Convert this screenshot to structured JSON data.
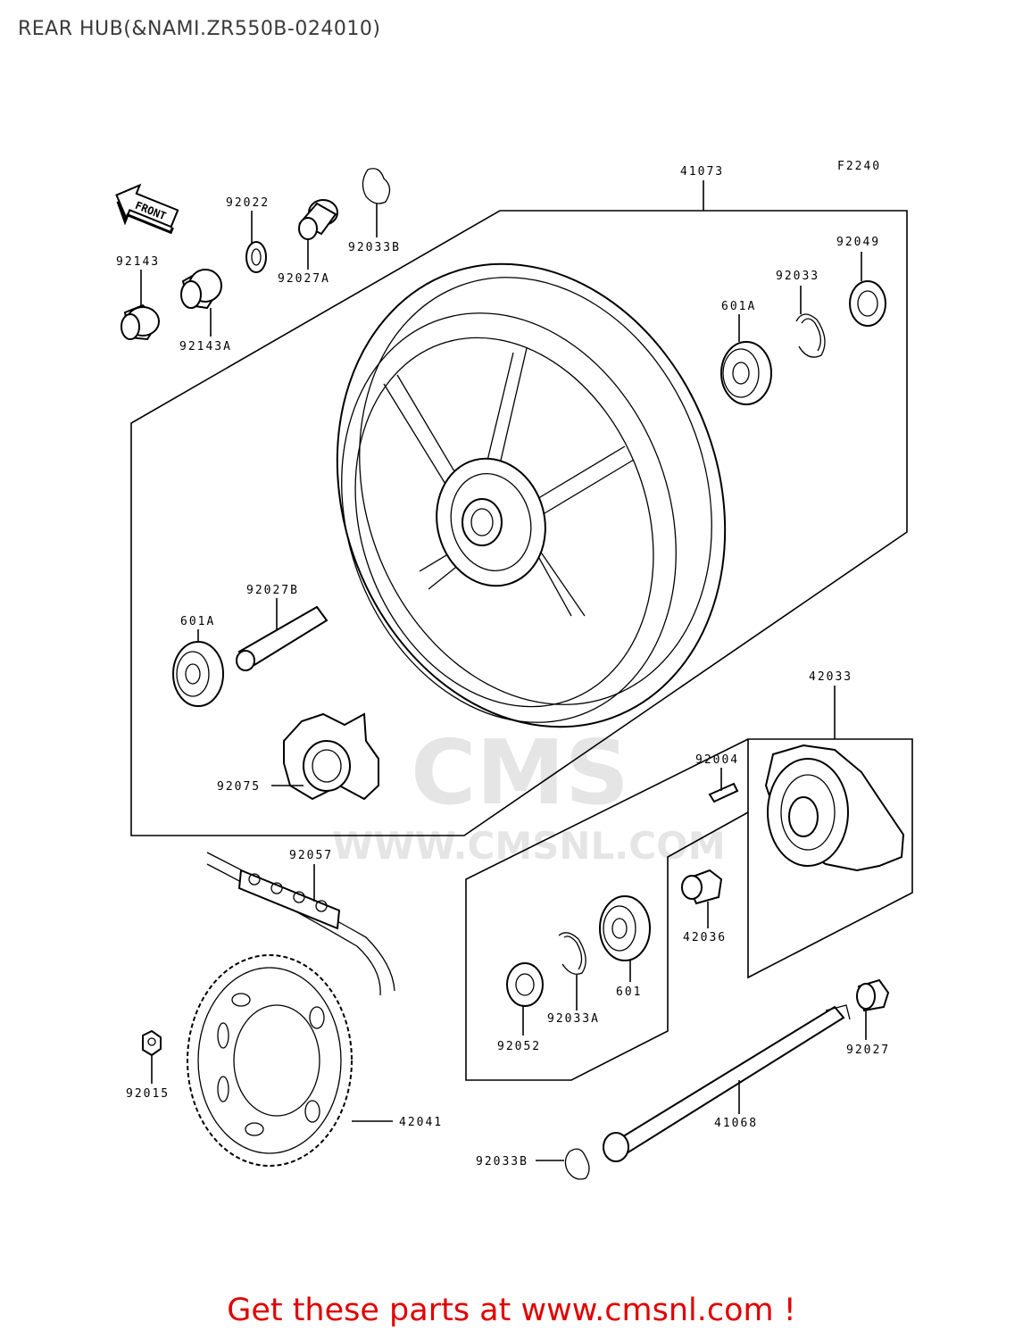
{
  "title": "REAR HUB(&NAMI.ZR550B-024010)",
  "figure_code": "F2240",
  "front_badge": "FRONT",
  "watermark": {
    "logo": "CMS",
    "url": "WWW.CMSNL.COM"
  },
  "parts": {
    "p41073": "41073",
    "p92049": "92049",
    "p92033": "92033",
    "p601A_top": "601A",
    "p92022": "92022",
    "p92033B_top": "92033B",
    "p92027A": "92027A",
    "p92143": "92143",
    "p92143A": "92143A",
    "p92027B": "92027B",
    "p601A_left": "601A",
    "p92075": "92075",
    "p42033": "42033",
    "p92004": "92004",
    "p92057": "92057",
    "p42036": "42036",
    "p601": "601",
    "p92033A": "92033A",
    "p92052": "92052",
    "p92027": "92027",
    "p92015": "92015",
    "p42041": "42041",
    "p41068": "41068",
    "p92033B_bottom": "92033B"
  },
  "footer": "Get these parts at www.cmsnl.com !",
  "colors": {
    "footer_text": "#e00000",
    "title_text": "#3a3a3a",
    "watermark": "#c8c8c8"
  }
}
